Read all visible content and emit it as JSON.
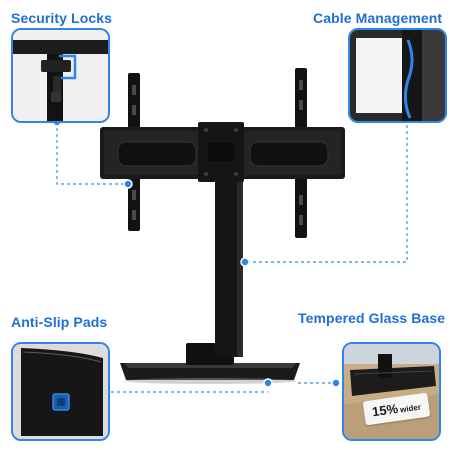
{
  "callouts": {
    "security_locks": "Security Locks",
    "cable_management": "Cable Management",
    "anti_slip_pads": "Anti-Slip Pads",
    "tempered_glass_base": "Tempered Glass Base"
  },
  "badge": {
    "percent": "15%",
    "word": "wider"
  },
  "colors": {
    "accent": "#2f86e8",
    "label": "#1f6fd6",
    "metal": "#141414"
  },
  "icons": [
    "lock-detail-inset",
    "cable-channel-inset",
    "anti-slip-pad-inset",
    "glass-base-inset"
  ]
}
